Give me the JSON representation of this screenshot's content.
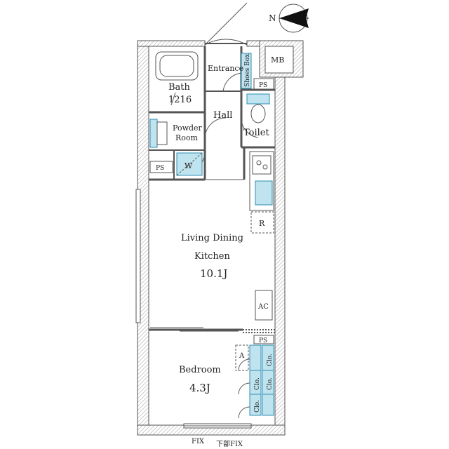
{
  "compass": {
    "label": "N"
  },
  "rooms": {
    "entrance": "Entrance",
    "shoes_box": "Shoes Box",
    "mb": "MB",
    "bath": "Bath",
    "bath_size": "1216",
    "hall": "Hall",
    "toilet": "Toilet",
    "powder_room_line1": "Powder",
    "powder_room_line2": "Room",
    "washer": "W",
    "ldk_line1": "Living Dining",
    "ldk_line2": "Kitchen",
    "ldk_size": "10.1J",
    "refrigerator": "R",
    "air_conditioner": "AC",
    "bedroom": "Bedroom",
    "bedroom_size": "4.3J",
    "closet_a": "A",
    "closet_1": "Clo.",
    "closet_2": "Clo.",
    "closet_3": "Clo.",
    "closet_4": "Clo.",
    "ps_top": "PS",
    "ps_left": "PS",
    "ps_bedroom": "PS"
  },
  "window_labels": {
    "fix": "FIX",
    "lower_fix": "下部FIX"
  },
  "colors": {
    "wall_hatch": "#cccccc",
    "fixture_fill": "#bfe3ef",
    "fixture_stroke": "#2f8fb0",
    "line": "#555555"
  }
}
